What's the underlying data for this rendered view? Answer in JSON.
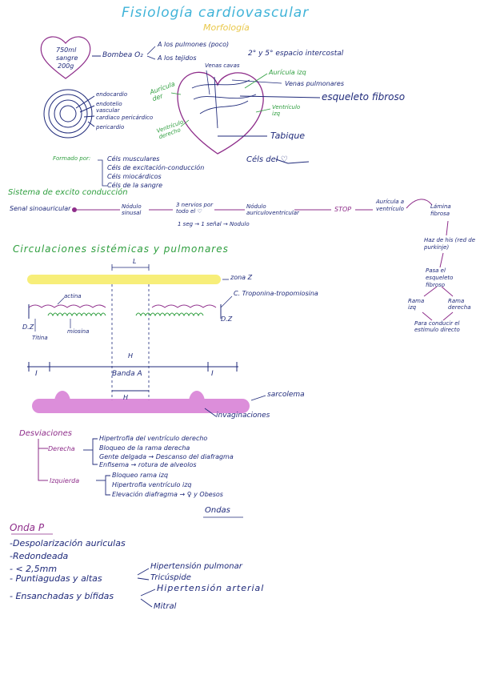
{
  "colors": {
    "navy": "#1f2a7a",
    "purple": "#8e2d8a",
    "cyan": "#3fb3d8",
    "green": "#2e9e3e",
    "yellow": "#f7ee79",
    "yellow_text": "#e9c84a",
    "pink_band": "#d77bd4",
    "red": "#c42b2b"
  },
  "header": {
    "title": "Fisiología cardiovascular",
    "subtitle": "Morfología"
  },
  "heart_small": {
    "line1": "750ml",
    "line2": "sangre",
    "line3": "200g"
  },
  "bomba": {
    "label": "Bombea O₂",
    "to_lungs": "A los pulmones (poco)",
    "to_tissues": "A los tejidos"
  },
  "espacio": "2° y 5° espacio intercostal",
  "layers": {
    "endocardio": "endocardio",
    "endotelio": "endotelio vascular",
    "cardiaco": "cardiaco pericárdico",
    "pericardio": "pericardio"
  },
  "heart_labels": {
    "venas_cavas": "Venas cavas",
    "auricula_izq": "Aurícula izq",
    "venas_pulmonares": "Venas pulmonares",
    "esqueleto": "esqueleto fibroso",
    "auricula_der": "Aurícula der",
    "ventriculo_izq": "Ventrículo izq",
    "ventriculo_der": "Ventrículo derecho",
    "tabique": "Tabique",
    "cels_corazon": "Céls del ♡"
  },
  "formado": {
    "label": "Formado por:",
    "items": [
      "Céls musculares",
      "Céls de excitación-conducción",
      "Céls miocárdicos",
      "Céls de la sangre"
    ]
  },
  "sistema": {
    "title": "Sistema de excito conducción",
    "nodes": [
      "Senal sinoauricular",
      "Nódulo sinusal",
      "3 nervios por todo el ♡",
      "Nódulo auriculoventricular",
      "STOP",
      "Aurícula a ventrículo",
      "Lámina fibrosa"
    ],
    "timing": "1 seg → 1 señal → Nodulo",
    "haz": "Haz de his (red de purkinje)",
    "pasa": "Pasa el esqueleto fibroso",
    "rama_izq": "Rama izq",
    "rama_der": "Rama derecha",
    "conducir": "Para conducir el estímulo directo"
  },
  "circ": {
    "title": "Circulaciones sistémicas y pulmonares",
    "L": "L",
    "zona_z": "zona Z",
    "actina": "actina",
    "troponina": "C. Troponina-tropomiosina",
    "dz_left": "D.Z",
    "dz_right": "D.Z",
    "titina": "Titina",
    "miosina": "miosina",
    "H": "H",
    "I_left": "I",
    "banda_a": "Banda A",
    "I_right": "I",
    "H2": "H",
    "sarcolema": "sarcolema",
    "invaginaciones": "invaginaciones"
  },
  "desv": {
    "title": "Desviaciones",
    "derecha": "Derecha",
    "der_items": [
      "Hipertrofia del ventrículo derecho",
      "Bloqueo de la rama derecha",
      "Gente delgada → Descanso del diafragma",
      "Enfisema → rotura de alveolos"
    ],
    "izquierda": "Izquierda",
    "izq_items": [
      "Bloqueo rama izq",
      "Hipertrofia ventrículo izq",
      "Elevación diafragma → ♀ y Obesos"
    ]
  },
  "ondas": {
    "title": "Ondas",
    "onda_p": "Onda P",
    "items": [
      "Despolarización auriculas",
      "Redondeada",
      "< 2,5mm",
      "Puntiagudas y altas",
      "Ensanchadas y bífidas"
    ],
    "hipert_pulm": "Hipertensión pulmonar",
    "tricuspide": "Tricúspide",
    "hipert_art": "Hipertensión arterial",
    "mitral": "Mitral"
  }
}
